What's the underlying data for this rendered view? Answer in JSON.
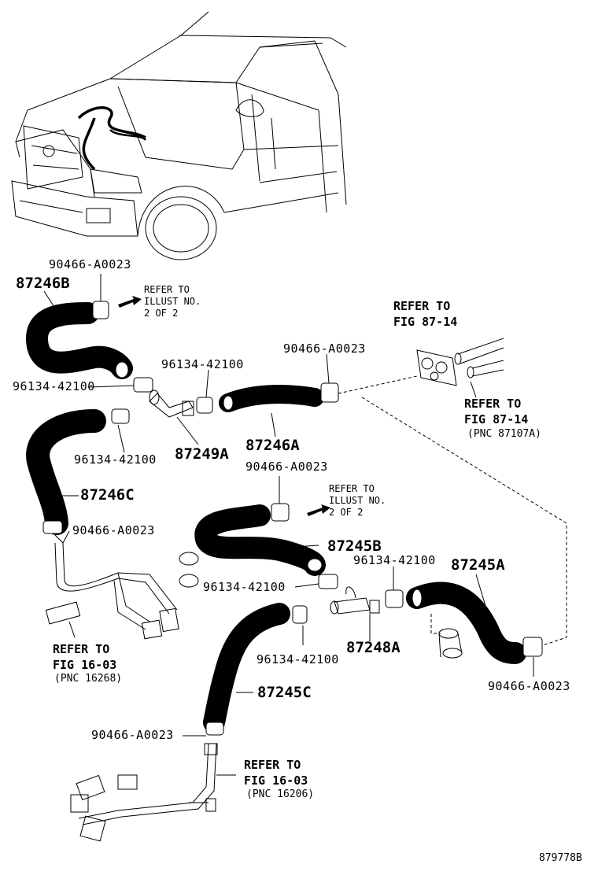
{
  "drawing_id": "879778B",
  "labels": {
    "clamp_top_left": "90466-A0023",
    "hose_87246b": "87246B",
    "refer_illust_1": "REFER TO\nILLUST NO.\n2 OF 2",
    "refer_fig_8714_top": "REFER TO\nFIG 87-14",
    "clamp_96134_a": "96134-42100",
    "clamp_90466_b": "90466-A0023",
    "clamp_96134_left": "96134-42100",
    "refer_fig_8714_right": "REFER TO\nFIG 87-14",
    "pnc_87107a": "(PNC 87107A)",
    "clamp_96134_c": "96134-42100",
    "joint_87249a": "87249A",
    "hose_87246a": "87246A",
    "clamp_90466_c": "90466-A0023",
    "hose_87246c": "87246C",
    "refer_illust_2": "REFER TO\nILLUST NO.\n2 OF 2",
    "clamp_90466_d": "90466-A0023",
    "hose_87245b": "87245B",
    "clamp_96134_d": "96134-42100",
    "hose_87245a": "87245A",
    "clamp_96134_e": "96134-42100",
    "refer_fig_1603_a": "REFER TO\nFIG 16-03",
    "pnc_16268": "(PNC 16268)",
    "clamp_96134_f": "96134-42100",
    "joint_87248a": "87248A",
    "clamp_90466_e": "90466-A0023",
    "hose_87245c": "87245C",
    "clamp_90466_f": "90466-A0023",
    "refer_fig_1603_b": "REFER TO\nFIG 16-03",
    "pnc_16206": "(PNC 16206)"
  }
}
